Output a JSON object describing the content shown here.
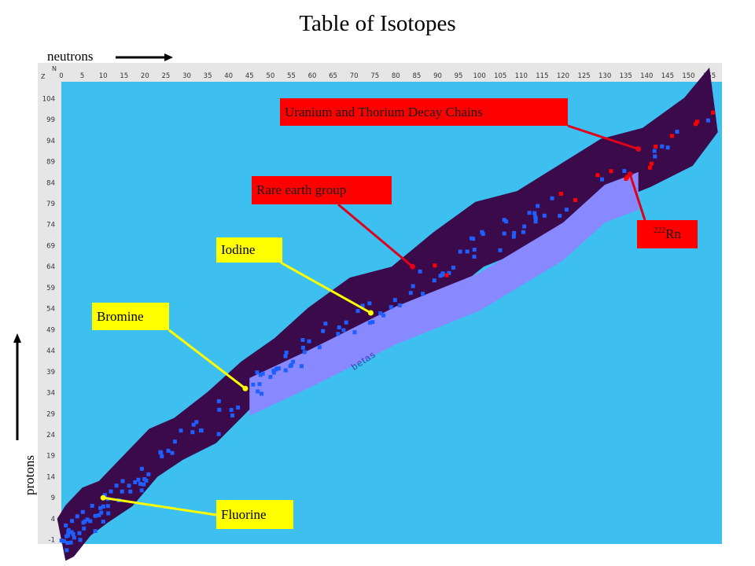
{
  "title": "Table of Isotopes",
  "axis_words": {
    "x": "neutrons",
    "y": "protons"
  },
  "colors": {
    "background": "#3dbfef",
    "band_dark": "#3a0a4a",
    "betas": "#8888ff",
    "blue_dots": "#1f5fff",
    "red_dots": "#ff0000",
    "callout_yellow": "#ffff00",
    "callout_red": "#ff0000"
  },
  "chart_data": {
    "type": "heatmap",
    "title": "Table of Isotopes",
    "xlabel": "neutrons",
    "ylabel": "protons",
    "x_axis_letter": "N",
    "y_axis_letter": "Z",
    "xlim": [
      0,
      158
    ],
    "ylim": [
      -2,
      108
    ],
    "x_ticks": [
      "0",
      "5",
      "10",
      "15",
      "20",
      "25",
      "30",
      "35",
      "40",
      "45",
      "50",
      "55",
      "60",
      "65",
      "70",
      "75",
      "80",
      "85",
      "90",
      "95",
      "100",
      "105",
      "110",
      "115",
      "120",
      "125",
      "130",
      "135",
      "140",
      "145",
      "150",
      "155"
    ],
    "y_ticks": [
      "104",
      "99",
      "94",
      "89",
      "84",
      "79",
      "74",
      "69",
      "64",
      "59",
      "54",
      "49",
      "44",
      "39",
      "34",
      "29",
      "24",
      "19",
      "14",
      "9",
      "4",
      "-1"
    ],
    "nuclide_band": [
      [
        0,
        -1
      ],
      [
        2,
        1
      ],
      [
        6,
        4
      ],
      [
        10,
        8
      ],
      [
        16,
        13
      ],
      [
        22,
        18
      ],
      [
        28,
        23
      ],
      [
        36,
        28
      ],
      [
        44,
        34
      ],
      [
        52,
        40
      ],
      [
        60,
        46
      ],
      [
        70,
        52
      ],
      [
        80,
        57
      ],
      [
        90,
        64
      ],
      [
        100,
        70
      ],
      [
        110,
        75
      ],
      [
        120,
        80
      ],
      [
        130,
        85
      ],
      [
        140,
        90
      ],
      [
        150,
        96
      ],
      [
        156,
        102
      ]
    ],
    "betas_region": [
      [
        45,
        33
      ],
      [
        60,
        40
      ],
      [
        80,
        50
      ],
      [
        100,
        58
      ],
      [
        120,
        70
      ],
      [
        130,
        79
      ],
      [
        138,
        82
      ]
    ],
    "labels": [
      {
        "text": "Fluorine",
        "n": 10,
        "z": 9
      },
      {
        "text": "Bromine",
        "n": 44,
        "z": 35
      },
      {
        "text": "Iodine",
        "n": 74,
        "z": 53
      },
      {
        "text": "Rare earth group",
        "n": 84,
        "z": 64
      },
      {
        "text": "Uranium and Thorium Decay Chains",
        "n": 138,
        "z": 92
      },
      {
        "text": "Rn",
        "n": 136,
        "z": 86,
        "superscript": "222"
      }
    ],
    "annotation": "betas"
  },
  "callouts": [
    {
      "text": "Uranium and Thorium Decay Chains",
      "style": "red"
    },
    {
      "text": "Rare earth group",
      "style": "red"
    },
    {
      "text": "Iodine",
      "style": "yellow"
    },
    {
      "text": "Bromine",
      "style": "yellow"
    },
    {
      "text": "Fluorine",
      "style": "yellow"
    },
    {
      "text": "Rn",
      "sup": "222",
      "style": "red"
    }
  ]
}
